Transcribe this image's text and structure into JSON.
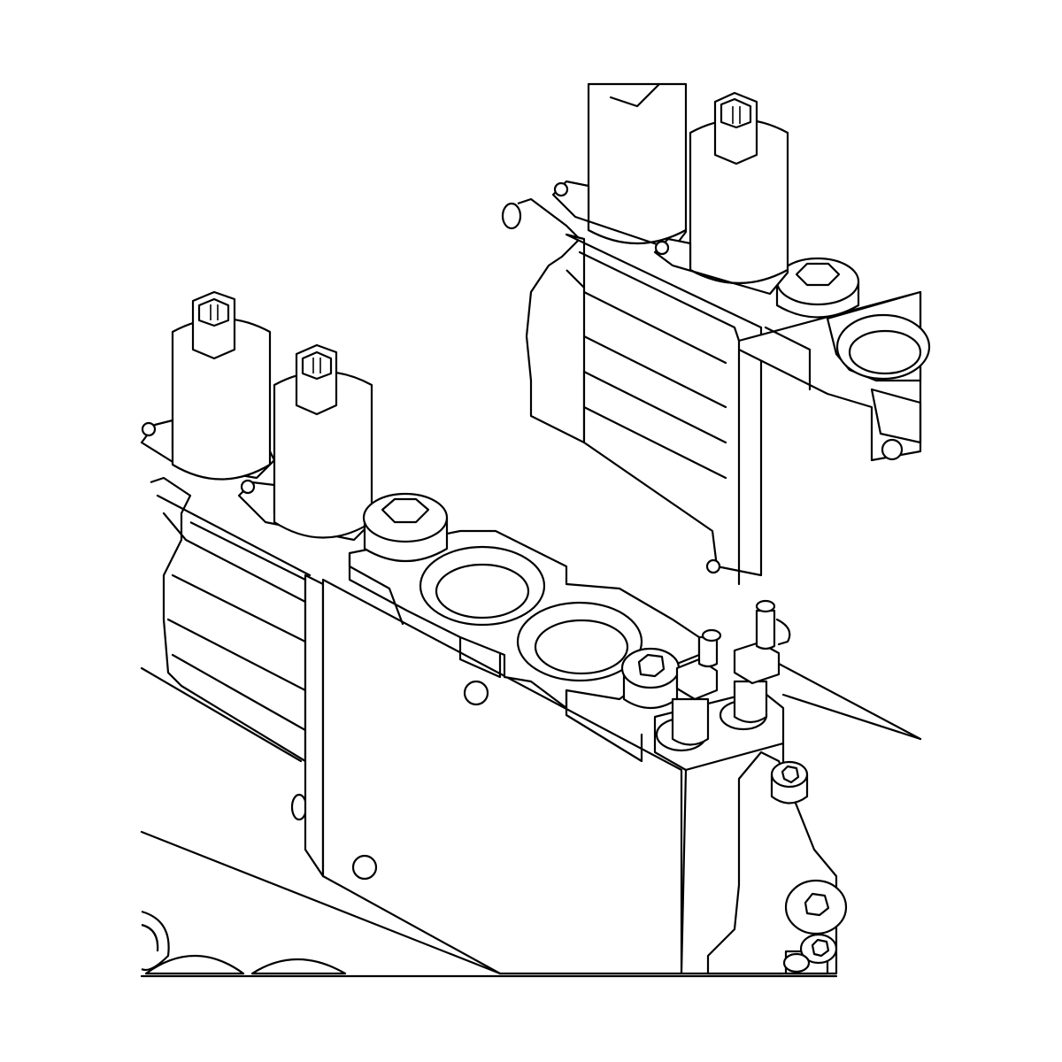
{
  "drawing": {
    "style": "isometric line drawing",
    "colors": {
      "line": "#000000",
      "background": "#ffffff"
    },
    "components": [
      "hydraulic-valve-block-front",
      "hydraulic-valve-block-rear",
      "solenoid-coil",
      "allen-bolt",
      "valve-port",
      "hydraulic-fitting"
    ]
  }
}
